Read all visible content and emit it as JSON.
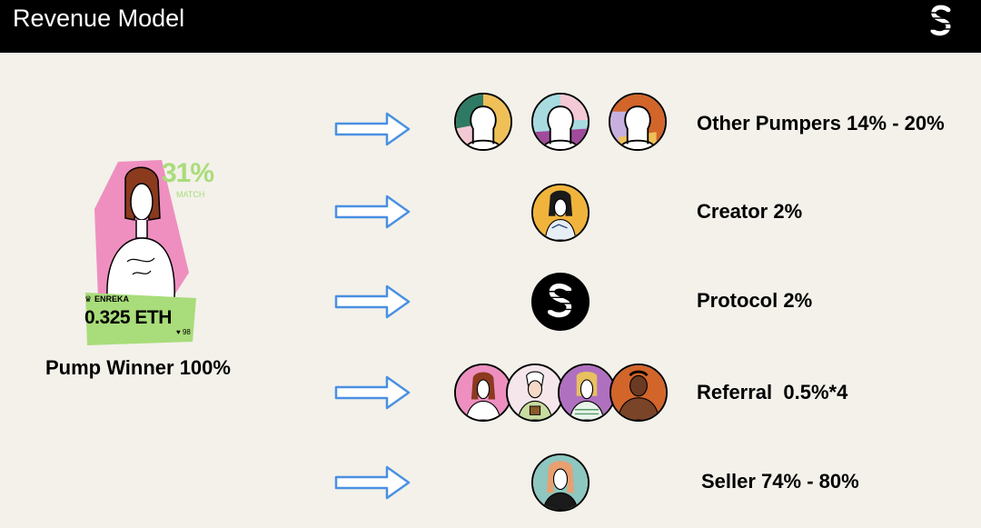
{
  "header": {
    "title": "Revenue Model"
  },
  "card": {
    "match_percent": "31%",
    "match_label": "MATCH",
    "name": "ENREKA",
    "price": "0.325 ETH",
    "likes": "98"
  },
  "winner_label": "Pump Winner 100%",
  "rows": [
    {
      "label": "Other Pumpers 14% - 20%"
    },
    {
      "label": "Creator 2%"
    },
    {
      "label": "Protocol 2%"
    },
    {
      "label": "Referral  0.5%*4"
    },
    {
      "label": "Seller 74% - 80%"
    }
  ],
  "colors": {
    "header_bg": "#000000",
    "page_bg": "#f3f1ea",
    "match_green": "#a9dc7a",
    "card_pink": "#ee8fc0",
    "arrow_blue": "#4a90e2"
  }
}
